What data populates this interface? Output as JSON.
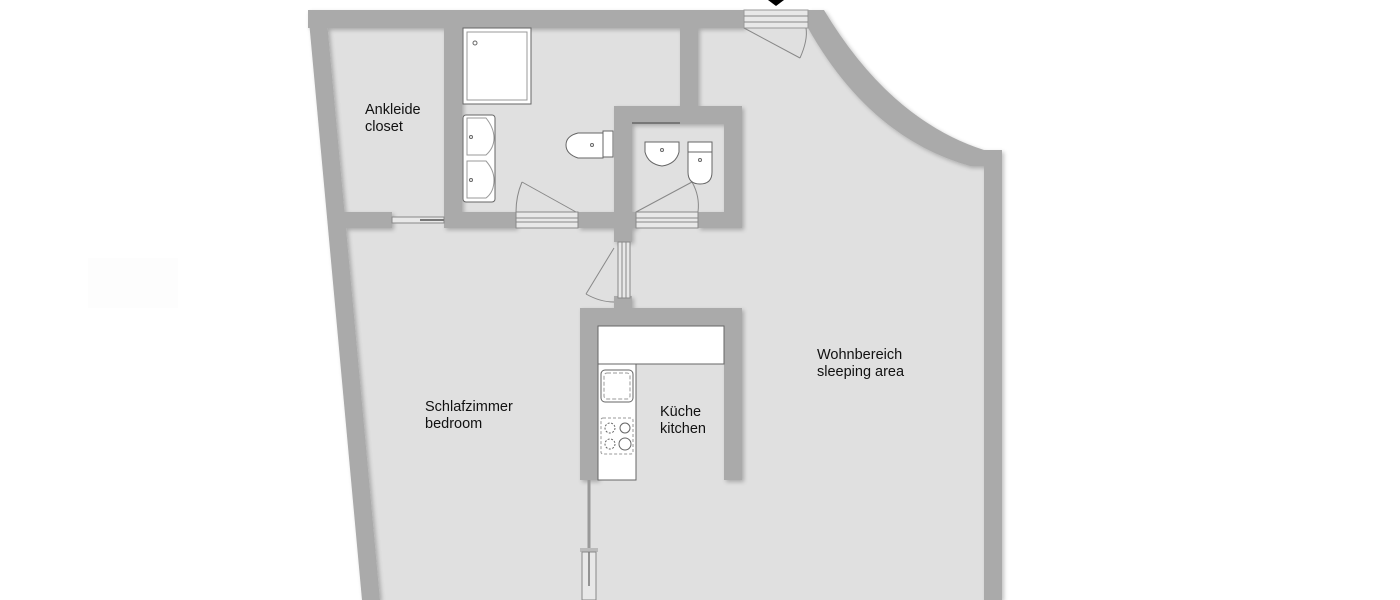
{
  "floorplan": {
    "colors": {
      "background": "#ffffff",
      "floor": "#e0e0e0",
      "wall": "#aaaaaa",
      "wall_shadow": "#c8c8c8",
      "fixture": "#ffffff",
      "fixture_stroke": "#666666",
      "label": "#111111",
      "entry_marker": "#000000"
    },
    "rooms": [
      {
        "id": "closet",
        "label_de": "Ankleide",
        "label_en": "closet"
      },
      {
        "id": "bedroom",
        "label_de": "Schlafzimmer",
        "label_en": "bedroom"
      },
      {
        "id": "kitchen",
        "label_de": "Küche",
        "label_en": "kitchen"
      },
      {
        "id": "living",
        "label_de": "Wohnbereich",
        "label_en": "sleeping area"
      }
    ],
    "fixtures": [
      "shower",
      "double-sink",
      "toilet",
      "guest-wc-sink",
      "guest-wc-toilet",
      "kitchen-sink",
      "cooktop",
      "counter"
    ],
    "entry_marker": "entrance-arrow"
  }
}
